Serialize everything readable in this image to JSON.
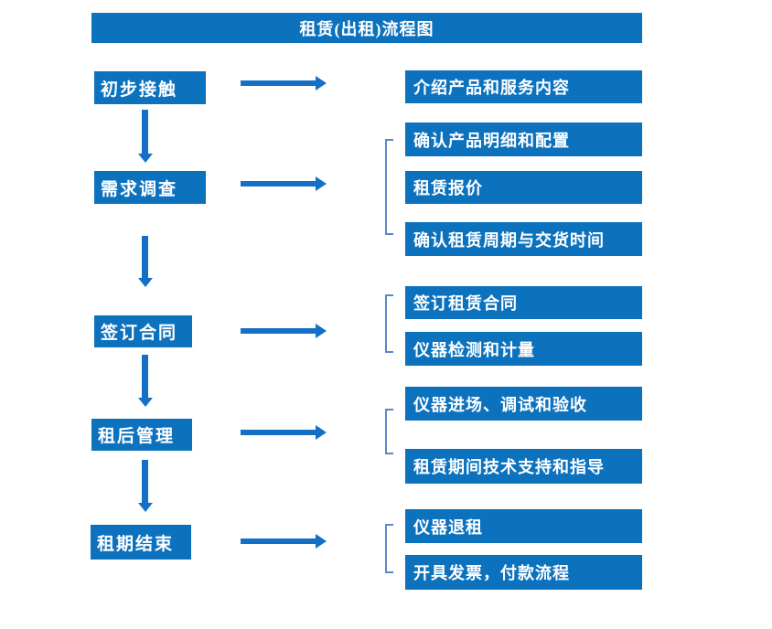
{
  "title": "租赁(出租)流程图",
  "colors": {
    "box_blue": "#0d72be",
    "arrow_blue": "#1470c6",
    "bracket_blue": "#5b87c5",
    "text": "#ffffff"
  },
  "steps": [
    {
      "label": "初步接触",
      "details": [
        "介绍产品和服务内容"
      ]
    },
    {
      "label": "需求调查",
      "details": [
        "确认产品明细和配置",
        "租赁报价",
        "确认租赁周期与交货时间"
      ]
    },
    {
      "label": "签订合同",
      "details": [
        "签订租赁合同",
        "仪器检测和计量"
      ]
    },
    {
      "label": "租后管理",
      "details": [
        "仪器进场、调试和验收",
        "租赁期间技术支持和指导"
      ]
    },
    {
      "label": "租期结束",
      "details": [
        "仪器退租",
        "开具发票，付款流程"
      ]
    }
  ]
}
